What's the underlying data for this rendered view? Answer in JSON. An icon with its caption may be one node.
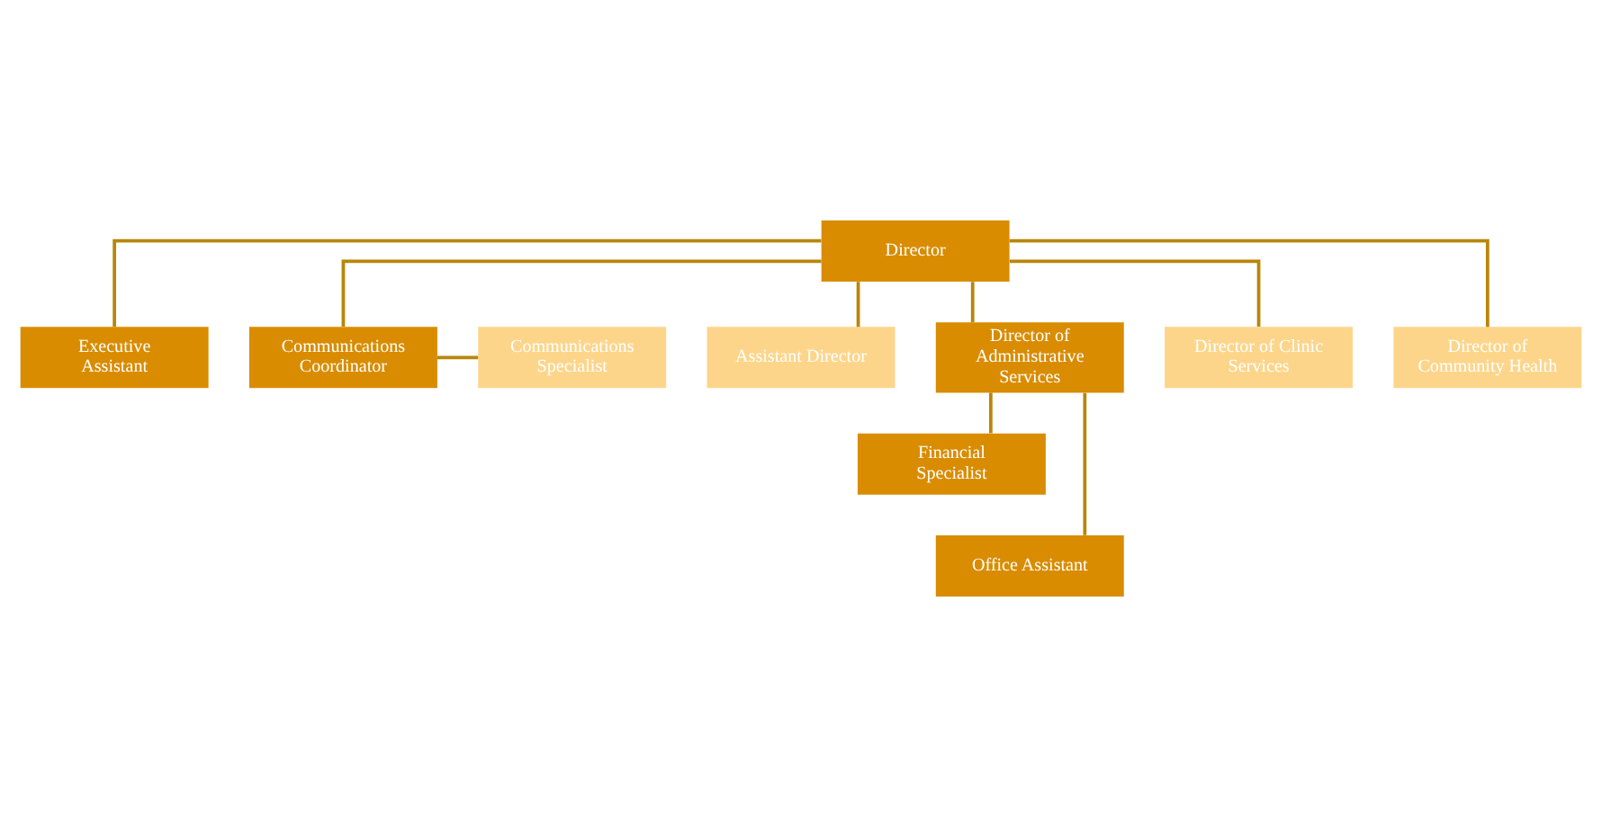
{
  "diagram": {
    "nodes": [
      {
        "text": [
          "Director"
        ]
      },
      {
        "text": [
          "Executive Assistant"
        ]
      },
      {
        "text": [
          "Communications Coordinator"
        ]
      },
      {
        "text": [
          "Communications Specialist"
        ]
      },
      {
        "text": [
          "Assistant Director"
        ]
      },
      {
        "text": [
          "Director of Administrative Services"
        ]
      },
      {
        "text": [
          "Director of Clinic Services"
        ]
      },
      {
        "text": [
          "Director of Community Health"
        ]
      },
      {
        "text": [
          "Financial Specialist"
        ]
      },
      {
        "text": [
          "Office Assistant"
        ]
      }
    ],
    "edges": [
      {
        "from": 0,
        "to": 1,
        "arrow": "none"
      },
      {
        "from": 0,
        "to": 2,
        "arrow": "none"
      },
      {
        "from": 2,
        "to": 3,
        "arrow": "none"
      },
      {
        "from": 0,
        "to": 4,
        "arrow": "none"
      },
      {
        "from": 0,
        "to": 5,
        "arrow": "none"
      },
      {
        "from": 0,
        "to": 6,
        "arrow": "none"
      },
      {
        "from": 0,
        "to": 7,
        "arrow": "none"
      },
      {
        "from": 5,
        "to": 8,
        "arrow": "none"
      },
      {
        "from": 5,
        "to": 9,
        "arrow": "none"
      }
    ]
  }
}
